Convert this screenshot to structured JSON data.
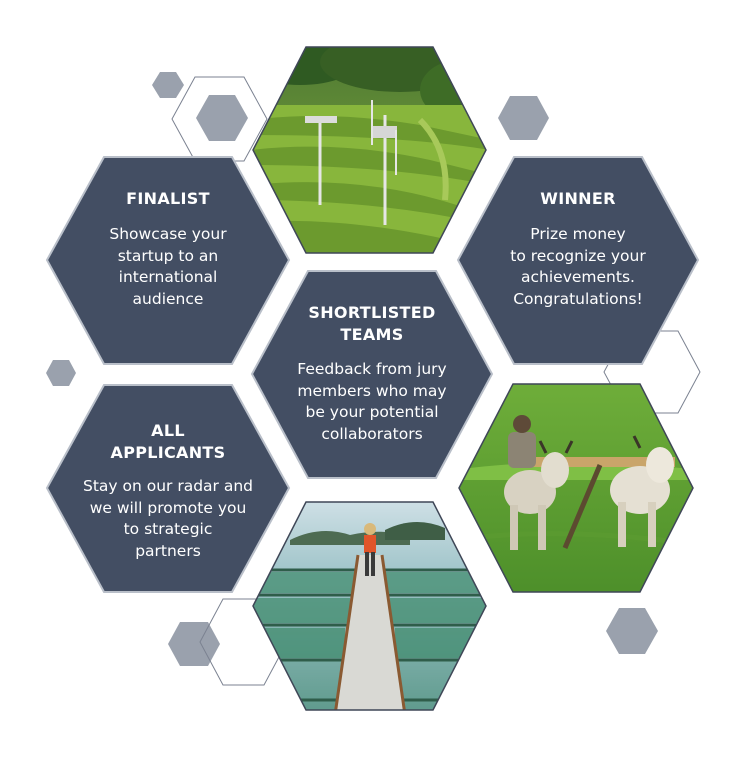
{
  "colors": {
    "hex_fill": "#434e63",
    "hex_border": "#b9bfc9",
    "accent_gray": "#9aa1ad",
    "outline": "#7b8291",
    "text": "#ffffff"
  },
  "tiers": {
    "finalist": {
      "title": "FINALIST",
      "body": "Showcase your\nstartup to an\ninternational\naudience"
    },
    "winner": {
      "title": "WINNER",
      "body": "Prize money\nto recognize your\nachievements.\nCongratulations!"
    },
    "shortlisted": {
      "title": "SHORTLISTED\nTEAMS",
      "body": "Feedback from jury\nmembers who may\nbe your potential\ncollaborators"
    },
    "applicants": {
      "title": "ALL\nAPPLICANTS",
      "body": "Stay on our radar and\nwe will promote you\nto strategic\npartners"
    }
  },
  "photos": [
    {
      "name": "tea-plantation-sensors-photo"
    },
    {
      "name": "ox-plough-field-photo"
    },
    {
      "name": "fish-farm-pens-photo"
    }
  ]
}
